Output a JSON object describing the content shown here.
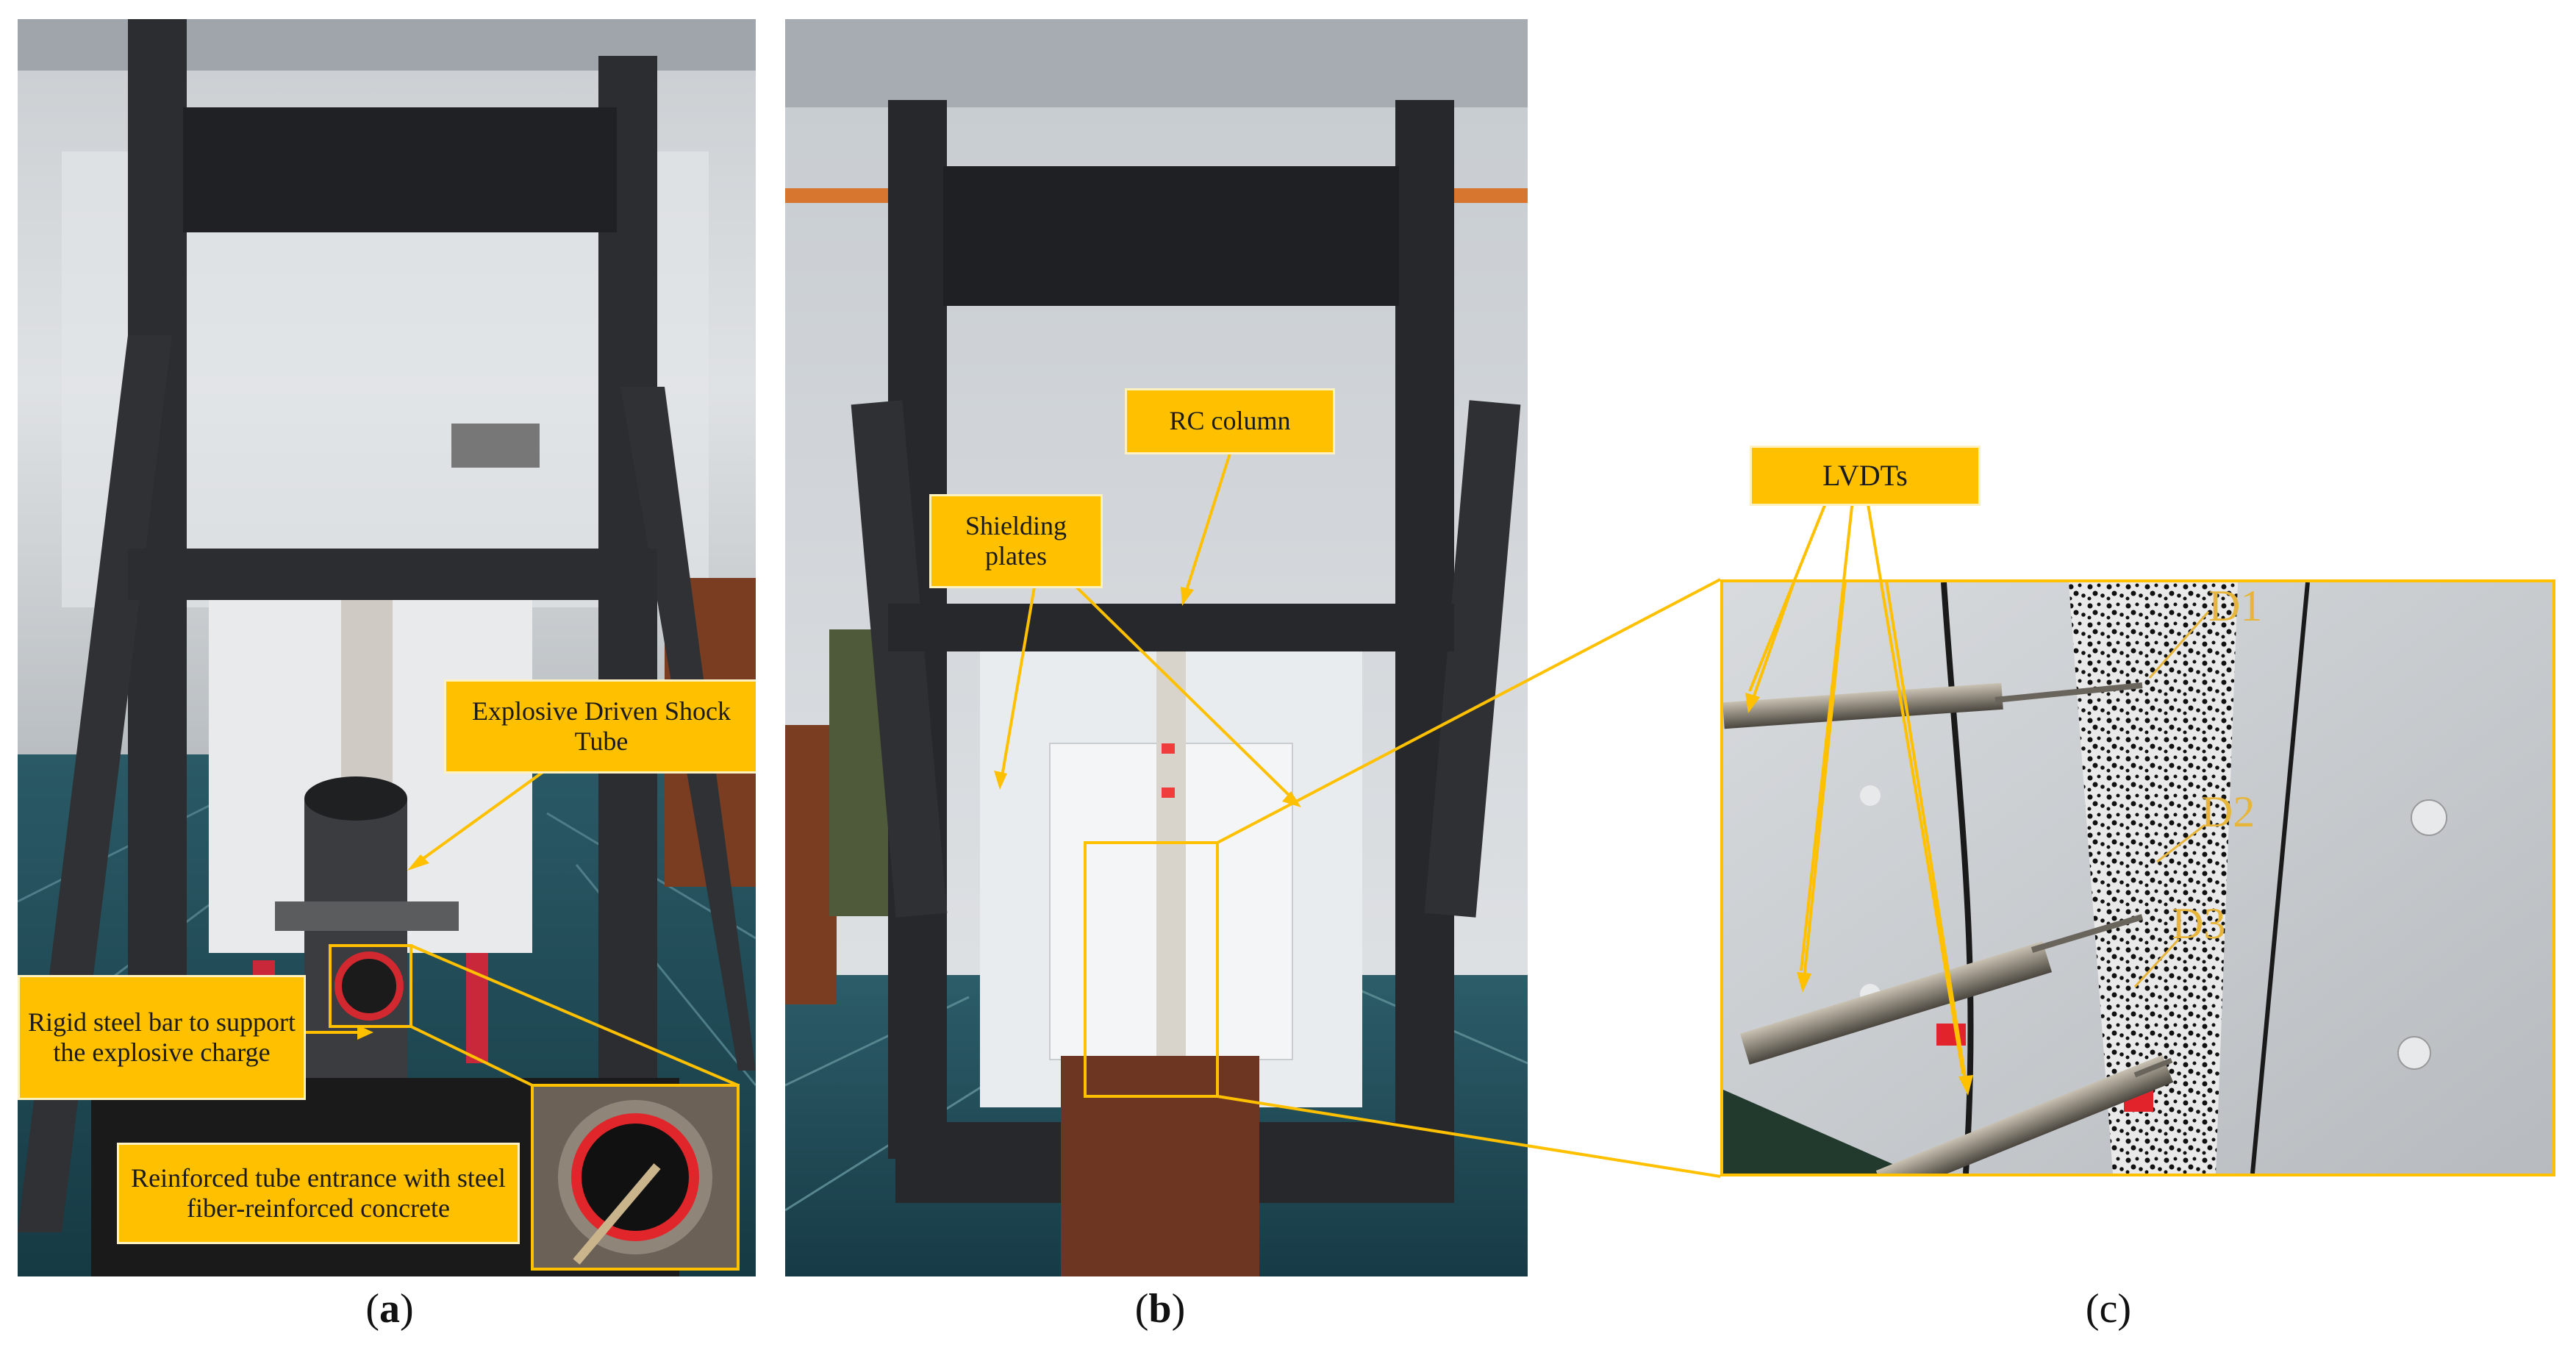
{
  "panels": {
    "a": {
      "caption_open": "(",
      "caption_letter": "a",
      "caption_close": ")",
      "labels": {
        "shock_tube": "Explosive Driven Shock Tube",
        "steel_bar": "Rigid steel bar to support the explosive charge",
        "tube_entrance": "Reinforced tube entrance with steel fiber-reinforced concrete"
      }
    },
    "b": {
      "caption_open": "(",
      "caption_letter": "b",
      "caption_close": ")",
      "labels": {
        "rc_column": "RC column",
        "shielding": "Shielding plates"
      }
    },
    "c": {
      "caption_open": "(",
      "caption_letter": "c",
      "caption_close": ")",
      "labels": {
        "lvdts": "LVDTs",
        "d1": "D1",
        "d2": "D2",
        "d3": "D3"
      }
    }
  },
  "colors": {
    "annotation": "#ffc000",
    "frame": "#2b2d30",
    "floor": "#1e4a58",
    "wall": "#d9dde0"
  }
}
